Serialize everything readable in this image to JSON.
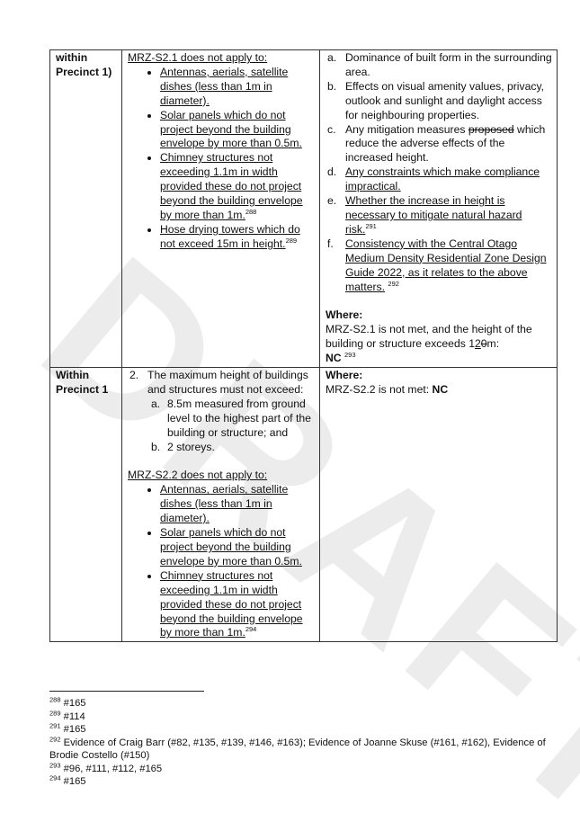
{
  "watermark": "DRAFT",
  "rows": [
    {
      "label_line1": "within",
      "label_line2": "Precinct 1)",
      "standard": {
        "intro": "MRZ-S2.1 does not apply to:",
        "bullets": [
          {
            "text": "Antennas, aerials, satellite dishes (less than 1m in diameter).",
            "sup": ""
          },
          {
            "text": "Solar panels which do not project beyond the building envelope by more than 0.5m.",
            "sup": ""
          },
          {
            "text": "Chimney structures not exceeding 1.1m in width provided these do not project beyond the building envelope by more than 1m.",
            "sup": "288"
          },
          {
            "text": "Hose drying towers which do not exceed 15m in height.",
            "sup": "289"
          }
        ]
      },
      "matters": [
        {
          "letter": "a.",
          "text": "Dominance of built form in the surrounding area."
        },
        {
          "letter": "b.",
          "text": "Effects on visual amenity values, privacy, outlook and sunlight and daylight access for neighbouring properties."
        },
        {
          "letter": "c.",
          "pre": "Any mitigation measures ",
          "deleted": "proposed",
          "post": " which reduce the adverse effects of the increased height."
        },
        {
          "letter": "d.",
          "text": "Any constraints which make compliance impractical."
        },
        {
          "letter": "e.",
          "text": "Whether the increase in height is necessary to mitigate natural hazard risk.",
          "sup": "291"
        },
        {
          "letter": "f.",
          "text": "Consistency with the Central Otago Medium Density Residential Zone Design Guide 2022, as it relates to the above matters.",
          "sup": "292"
        }
      ],
      "where_label": "Where:",
      "where_pre": "MRZ-S2.1 is not met, and the height of the building or structure exceeds 1",
      "where_ins": "2",
      "where_del": "0",
      "where_post": "m:",
      "status": "NC",
      "status_sup": "293"
    },
    {
      "label_line1": "Within",
      "label_line2": "Precinct 1",
      "standard": {
        "number": "2.",
        "text": "The maximum height of buildings and structures must not exceed:",
        "subs": [
          {
            "letter": "a.",
            "text": "8.5m measured from ground level to the highest part of the building or structure; and"
          },
          {
            "letter": "b.",
            "text": "2 storeys."
          }
        ],
        "intro": "MRZ-S2.2 does not apply to:",
        "bullets": [
          {
            "text": "Antennas, aerials, satellite dishes (less than 1m in diameter).",
            "sup": ""
          },
          {
            "text": "Solar panels which do not project beyond the building envelope by more than 0.5m.",
            "sup": ""
          },
          {
            "text": "Chimney structures not exceeding 1.1m in width provided these do not project beyond the building envelope by more than 1m.",
            "sup": "294"
          }
        ]
      },
      "where_label": "Where:",
      "where_text": "MRZ-S2.2 is not met: ",
      "status": "NC"
    }
  ],
  "footnotes": [
    {
      "num": "288",
      "text": "#165"
    },
    {
      "num": "289",
      "text": "#114"
    },
    {
      "num": "291",
      "text": "#165"
    },
    {
      "num": "292",
      "text": "Evidence of Craig Barr (#82, #135, #139, #146, #163); Evidence of Joanne Skuse (#161, #162), Evidence of Brodie Costello (#150)"
    },
    {
      "num": "293",
      "text": "#96, #111, #112, #165"
    },
    {
      "num": "294",
      "text": "#165"
    }
  ]
}
